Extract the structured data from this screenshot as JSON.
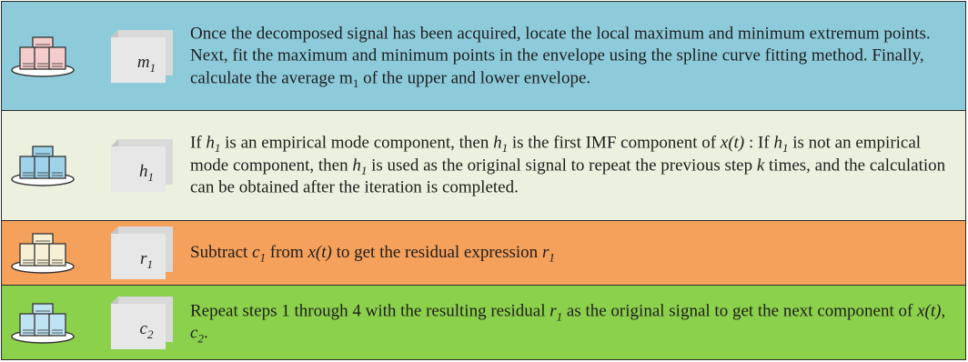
{
  "rows": [
    {
      "id": "m1",
      "bg": "#8dcbdb",
      "icon_name": "server-cluster-icon",
      "icon_color": "#f4cccc",
      "cube_var": "m",
      "cube_sub": "1",
      "text": [
        {
          "t": "Once the decomposed signal has been acquired, locate the local maximum and minimum extremum points. Next, fit the maximum and minimum points in the envelope using the spline curve fitting method. Finally, calculate the average m"
        },
        {
          "t": "1",
          "sub": true
        },
        {
          "t": " of the upper and lower envelope."
        }
      ]
    },
    {
      "id": "h1",
      "bg": "#ebf1de",
      "icon_name": "server-cluster-icon",
      "icon_color": "#9fd3ea",
      "cube_var": "h",
      "cube_sub": "1",
      "text": [
        {
          "t": "If "
        },
        {
          "t": "h",
          "it": true
        },
        {
          "t": "1",
          "sub": true,
          "it": true
        },
        {
          "t": " is an empirical mode component, then "
        },
        {
          "t": "h",
          "it": true
        },
        {
          "t": "1",
          "sub": true,
          "it": true
        },
        {
          "t": " is the first IMF component of "
        },
        {
          "t": "x(t)",
          "it": true
        },
        {
          "t": " : If "
        },
        {
          "t": "h",
          "it": true
        },
        {
          "t": "1",
          "sub": true,
          "it": true
        },
        {
          "t": " is not an empirical mode component, then "
        },
        {
          "t": "h",
          "it": true
        },
        {
          "t": "1",
          "sub": true,
          "it": true
        },
        {
          "t": " is used as the original signal to repeat the previous step "
        },
        {
          "t": "k",
          "it": true
        },
        {
          "t": " times, and the calculation can be obtained after the iteration is completed."
        }
      ]
    },
    {
      "id": "r1",
      "bg": "#f5a05b",
      "icon_name": "server-cluster-icon",
      "icon_color": "#f7f0d4",
      "cube_var": "r",
      "cube_sub": "1",
      "text": [
        {
          "t": "Subtract "
        },
        {
          "t": "c",
          "it": true
        },
        {
          "t": "1",
          "sub": true,
          "it": true
        },
        {
          "t": " from "
        },
        {
          "t": "x(t)",
          "it": true
        },
        {
          "t": " to get the residual expression "
        },
        {
          "t": "r",
          "it": true
        },
        {
          "t": "1",
          "sub": true,
          "it": true
        }
      ]
    },
    {
      "id": "c2",
      "bg": "#8cd14c",
      "icon_name": "server-cluster-icon",
      "icon_color": "#bfe3f2",
      "cube_var": "c",
      "cube_sub": "2",
      "text": [
        {
          "t": "Repeat steps 1 through 4 with the resulting residual "
        },
        {
          "t": "r",
          "it": true
        },
        {
          "t": "1",
          "sub": true,
          "it": true
        },
        {
          "t": " as the original signal to get the next component of "
        },
        {
          "t": "x(t)",
          "it": true
        },
        {
          "t": ", "
        },
        {
          "t": "c",
          "it": true
        },
        {
          "t": "2",
          "sub": true,
          "it": true
        },
        {
          "t": "."
        }
      ]
    }
  ]
}
